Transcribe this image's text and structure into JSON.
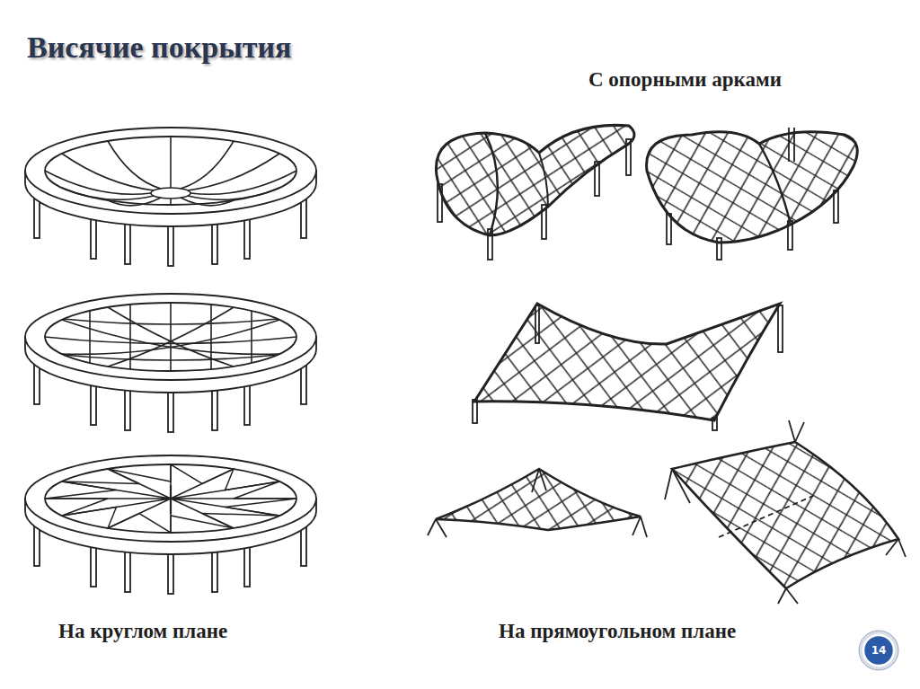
{
  "diagram": {
    "title": "Висячие покрытия",
    "nodes": [
      {
        "text": [
          "14"
        ]
      }
    ],
    "labels": [
      "С опорными арками",
      "На круглом плане",
      "На прямоугольном плане"
    ]
  }
}
